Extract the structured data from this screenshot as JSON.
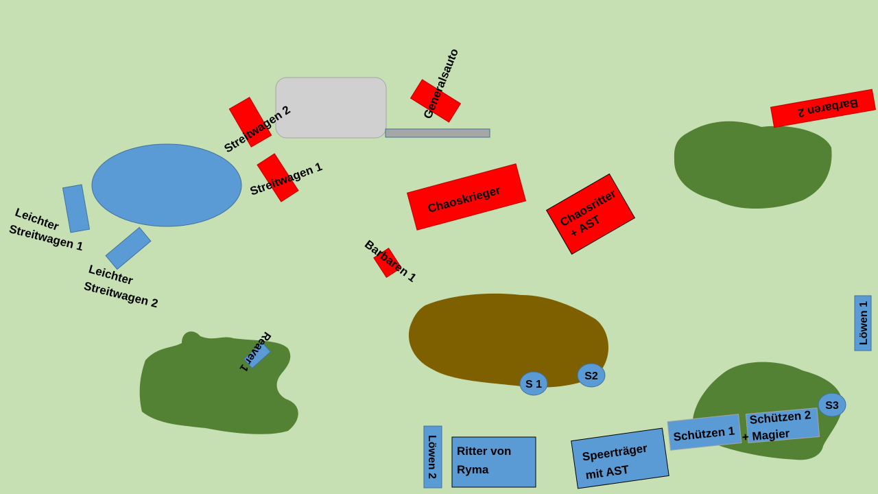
{
  "colors": {
    "background": "#c6e0b4",
    "enemy": "#ff0000",
    "friendly": "#5b9bd5",
    "forest": "#548235",
    "mud": "#7f6000",
    "building": "#d0d0d0"
  },
  "enemy_units": {
    "streitwagen_2": "Streitwagen 2",
    "streitwagen_1": "Streitwagen 1",
    "generalsauto": "Generalsauto",
    "barbaren_2": "Barbaren 2",
    "chaoskrieger": "Chaoskrieger",
    "chaosritter_line1": "Chaosritter",
    "chaosritter_line2": "+ AST",
    "barbaren_1": "Barbaren 1"
  },
  "friendly_units": {
    "leichter_1_line1": "Leichter",
    "leichter_1_line2": "Streitwagen 1",
    "leichter_2_line1": "Leichter",
    "leichter_2_line2": "Streitwagen 2",
    "reaver_1": "Reaver 1",
    "loewen_1": "Löwen 1",
    "loewen_2": "Löwen 2",
    "ritter_line1": "Ritter von",
    "ritter_line2": "Ryma",
    "speer_line1": "Speerträger",
    "speer_line2": "mit AST",
    "schuetzen_1": "Schützen 1",
    "schuetzen_2_line1": "Schützen 2",
    "schuetzen_2_line2": "+ Magier",
    "s1": "S 1",
    "s2": "S2",
    "s3": "S3"
  }
}
